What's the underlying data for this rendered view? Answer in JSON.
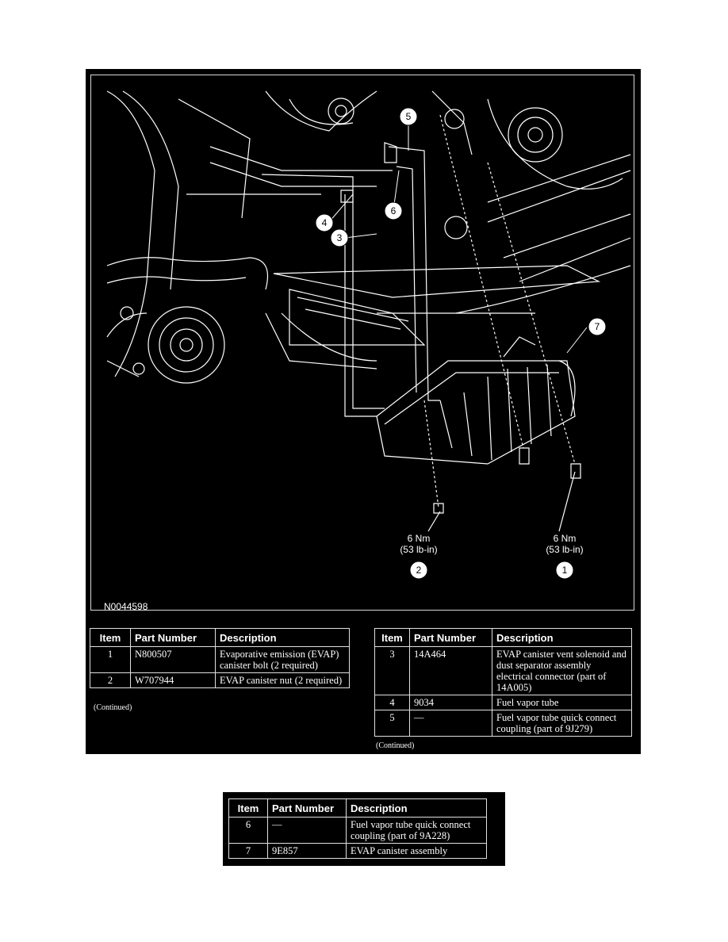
{
  "figure": {
    "id": "N0044598",
    "callouts": [
      "1",
      "2",
      "3",
      "4",
      "5",
      "6",
      "7"
    ],
    "torque_left": {
      "nm": "6 Nm",
      "lbin": "(53 lb-in)",
      "callout": "2"
    },
    "torque_right": {
      "nm": "6 Nm",
      "lbin": "(53 lb-in)",
      "callout": "1"
    }
  },
  "table_headers": {
    "item": "Item",
    "part_number": "Part Number",
    "description": "Description"
  },
  "table_left": [
    {
      "item": "1",
      "part": "N800507",
      "desc": "Evaporative emission (EVAP) canister bolt (2 required)"
    },
    {
      "item": "2",
      "part": "W707944",
      "desc": "EVAP canister nut (2 required)"
    }
  ],
  "table_right": [
    {
      "item": "3",
      "part": "14A464",
      "desc": "EVAP canister vent solenoid and dust separator assembly electrical connector (part of 14A005)"
    },
    {
      "item": "4",
      "part": "9034",
      "desc": "Fuel vapor tube"
    },
    {
      "item": "5",
      "part": "—",
      "desc": "Fuel vapor tube quick connect coupling (part of 9J279)"
    }
  ],
  "table_bottom": [
    {
      "item": "6",
      "part": "—",
      "desc": "Fuel vapor tube quick connect coupling (part of 9A228)"
    },
    {
      "item": "7",
      "part": "9E857",
      "desc": "EVAP canister assembly"
    }
  ],
  "continued_label": "(Continued)"
}
